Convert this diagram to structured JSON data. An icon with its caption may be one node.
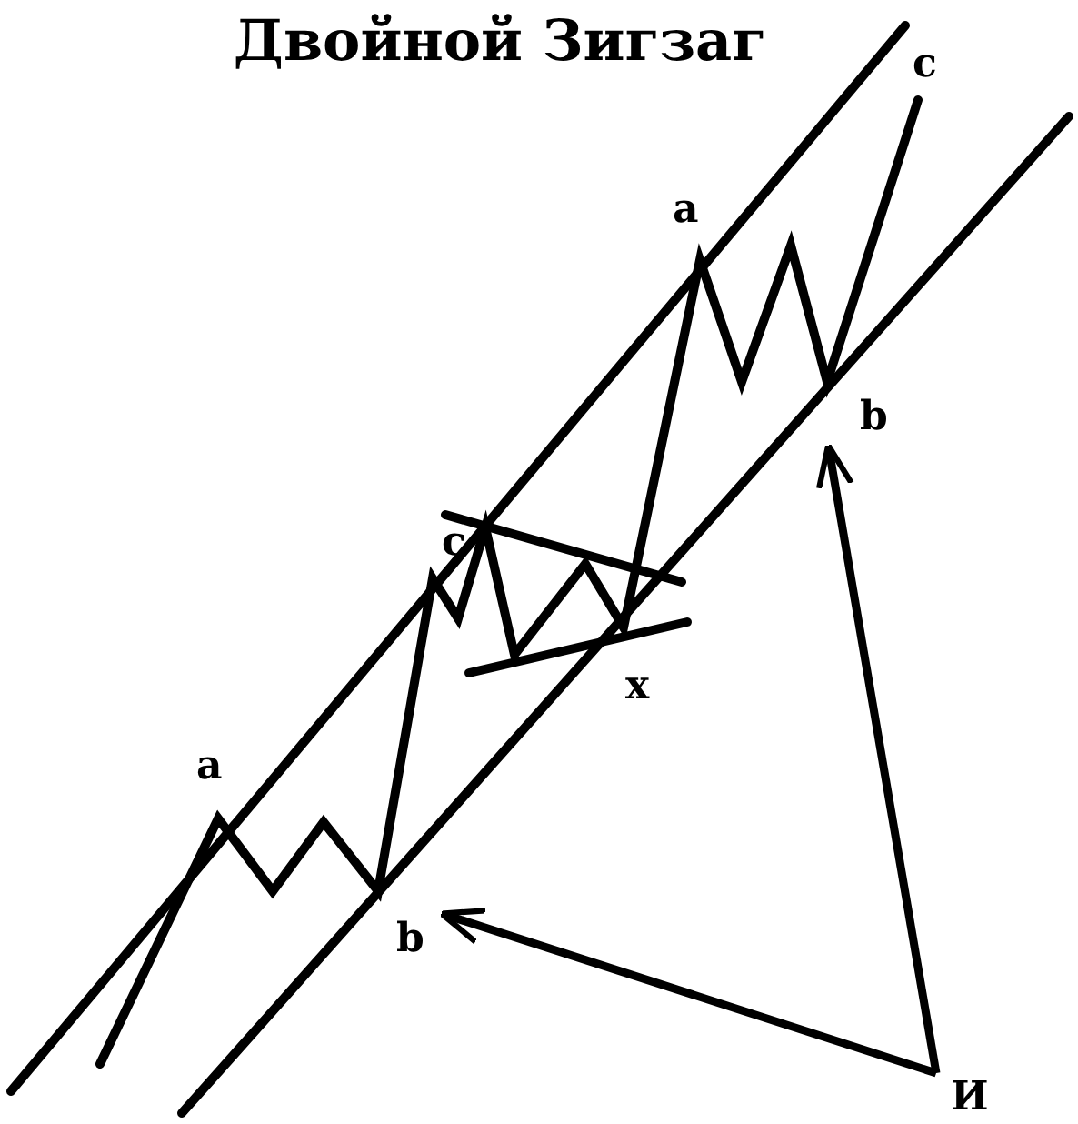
{
  "diagram": {
    "title": "Двойной Зигзаг",
    "nodes": [
      {
        "text": [
          "b"
        ]
      },
      {
        "text": [
          "b"
        ]
      }
    ],
    "edges": [
      {
        "from": null,
        "to": 0,
        "arrow": "to"
      },
      {
        "from": null,
        "to": 1,
        "arrow": "to"
      }
    ],
    "labels": [
      "c",
      "a",
      "a",
      "c",
      "x",
      "И"
    ]
  }
}
